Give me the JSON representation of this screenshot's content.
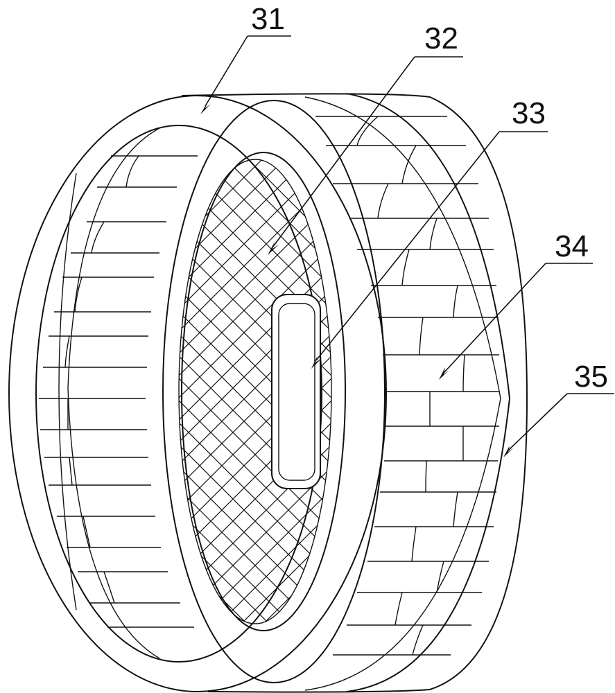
{
  "callouts": [
    {
      "id": "31",
      "label": "31"
    },
    {
      "id": "32",
      "label": "32"
    },
    {
      "id": "33",
      "label": "33"
    },
    {
      "id": "34",
      "label": "34"
    },
    {
      "id": "35",
      "label": "35"
    }
  ]
}
